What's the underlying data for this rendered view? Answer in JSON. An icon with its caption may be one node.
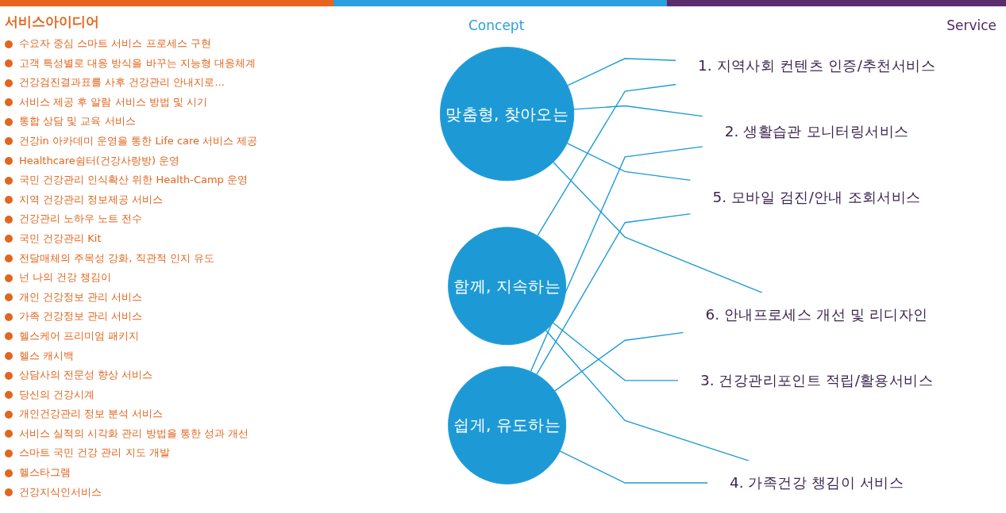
{
  "diagram": {
    "nodes": [
      {
        "text": [
          "맞춤형, 찾아오는"
        ]
      },
      {
        "text": [
          "함께, 지속하는"
        ]
      },
      {
        "text": [
          "쉽게, 유도하는"
        ]
      },
      {
        "text": [
          "1. 지역사회 컨텐츠 인증/추천서비스"
        ]
      },
      {
        "text": [
          "2. 생활습관 모니터링서비스"
        ]
      },
      {
        "text": [
          "3. 건강관리포인트 적립/활용서비스"
        ]
      },
      {
        "text": [
          "4. 가족건강 챙김이 서비스"
        ]
      },
      {
        "text": [
          "5. 모바일 검진/안내 조회서비스"
        ]
      },
      {
        "text": [
          "6. 안내프로세스 개선 및 리디자인"
        ]
      }
    ],
    "edges": [
      {
        "from": 0,
        "to": 3,
        "arrow": "none"
      },
      {
        "from": 0,
        "to": 4,
        "arrow": "none"
      },
      {
        "from": 0,
        "to": 7,
        "arrow": "none"
      },
      {
        "from": 0,
        "to": 8,
        "arrow": "none"
      },
      {
        "from": 1,
        "to": 3,
        "arrow": "none"
      },
      {
        "from": 1,
        "to": 5,
        "arrow": "none"
      },
      {
        "from": 1,
        "to": 6,
        "arrow": "none"
      },
      {
        "from": 2,
        "to": 4,
        "arrow": "none"
      },
      {
        "from": 2,
        "to": 6,
        "arrow": "none"
      },
      {
        "from": 2,
        "to": 7,
        "arrow": "none"
      },
      {
        "from": 2,
        "to": 8,
        "arrow": "none"
      }
    ],
    "labels": [
      "서비스아이디어",
      "Concept",
      "Service",
      "수요자 중심 스마트 서비스 프로세스 구현",
      "고객 특성별로 대응 방식을 바꾸는 지능형 대응체계",
      "건강검진결과표를 사후 건강관리 안내지로...",
      "서비스 제공 후 알람 서비스 방법 및 시기",
      "통합 상담 및 교육 서비스",
      "건강in 아카데미 운영을 통한 Life care 서비스 제공",
      "Healthcare쉼터(건강사랑방) 운영",
      "국민 건강관리 인식확산 위한 Health-Camp 운영",
      "지역 건강관리 정보제공 서비스",
      "건강관리 노하우 노트 전수",
      "국민 건강관리 Kit",
      "전달매체의 주목성 강화, 직관적 인지 유도",
      "넌 나의 건강 챙김이",
      "개인 건강정보 관리 서비스",
      "가족 건강정보 관리 서비스",
      "헬스케어 프리미엄 패키지",
      "헬스 캐시백",
      "상담사의 전문성 향상 서비스",
      "당신의 건강시계",
      "개인건강관리 정보 분석 서비스",
      "서비스 실적의 시각화 관리 방법을 통한 성과 개선",
      "스마트 국민 건강 관리 지도 개발",
      "헬스타그램",
      "건강지식인서비스"
    ]
  }
}
